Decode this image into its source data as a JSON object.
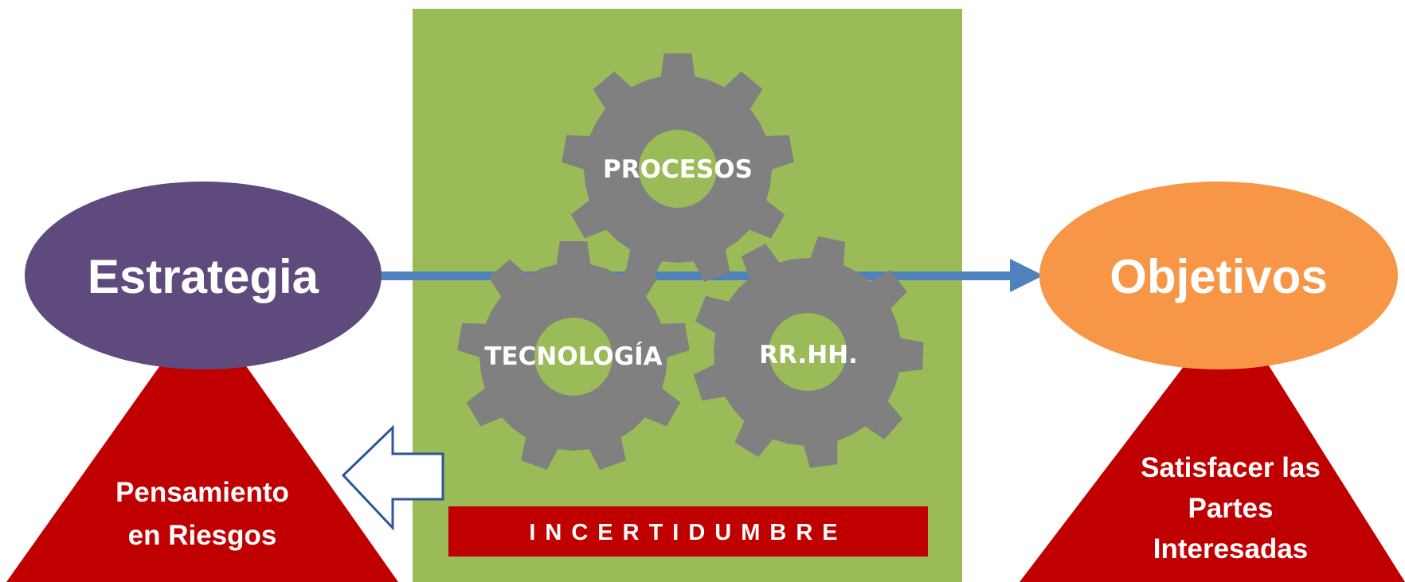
{
  "strategy": {
    "label": "Estrategia",
    "color": "#5e4a7c"
  },
  "objectives": {
    "label": "Objetivos",
    "color": "#f79646"
  },
  "gears": {
    "color": "#808080",
    "hub_color": "#9bbb59",
    "process": "PROCESOS",
    "technology": "TECNOLOGÍA",
    "hr": "RR.HH."
  },
  "center_panel_color": "#9bbb59",
  "uncertainty": {
    "label": "INCERTIDUMBRE",
    "color": "#c00000"
  },
  "left_triangle": {
    "lines": [
      "Pensamiento",
      "en Riesgos"
    ],
    "color": "#c00000"
  },
  "right_triangle": {
    "lines": [
      "Satisfacer las",
      "Partes",
      "Interesadas"
    ],
    "color": "#c00000"
  },
  "flow_arrow_color": "#4f81bd"
}
